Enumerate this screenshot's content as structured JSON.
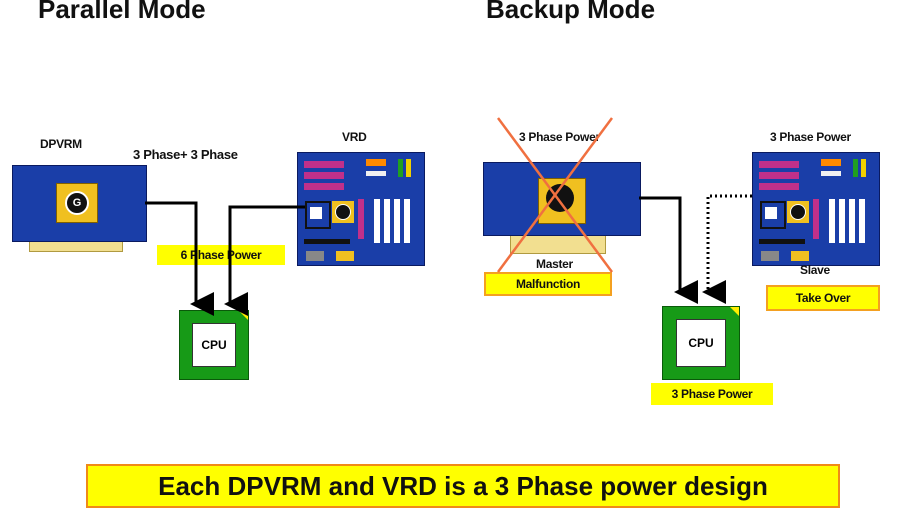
{
  "headings": {
    "parallel": "Parallel Mode",
    "backup": "Backup Mode"
  },
  "parallel": {
    "dpvrm_label": "DPVRM",
    "phase_label": "3 Phase+ 3 Phase",
    "vrd_label": "VRD",
    "power_label": "6 Phase Power",
    "cpu_label": "CPU"
  },
  "backup": {
    "master_power_label": "3 Phase Power",
    "slave_power_label": "3 Phase Power",
    "master_label": "Master",
    "malfunction_label": "Malfunction",
    "slave_label": "Slave",
    "takeover_label": "Take Over",
    "cpu_label": "CPU",
    "cpu_power_label": "3 Phase Power"
  },
  "banner": "Each DPVRM and VRD is a 3 Phase power design",
  "colors": {
    "board_blue": "#1a3ea8",
    "highlight_yellow": "#ffff00",
    "border_orange": "#f08a18",
    "cpu_green": "#179a17",
    "cross_red": "#f07040"
  },
  "icons": [
    "fan-icon",
    "cross-out-icon",
    "arrow-down-icon"
  ]
}
